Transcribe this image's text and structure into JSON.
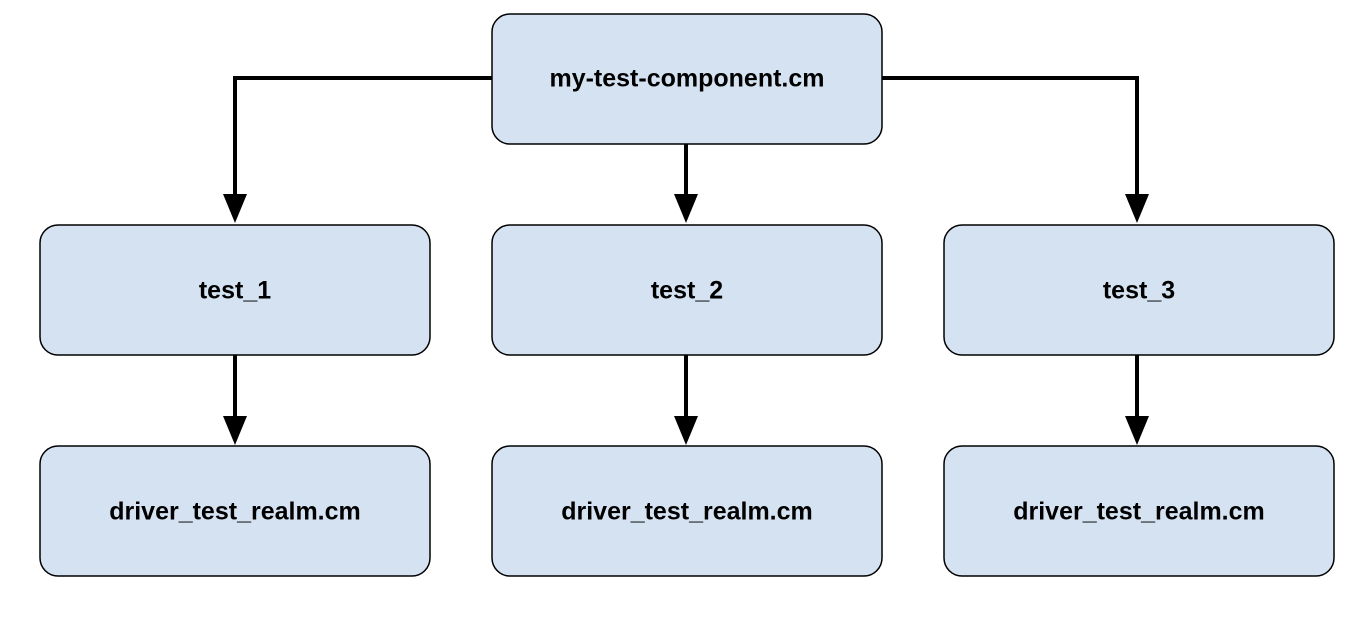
{
  "colors": {
    "node_fill": "#d5e2f1",
    "node_stroke": "#000000",
    "edge": "#000000"
  },
  "nodes": {
    "root": {
      "label": "my-test-component.cm"
    },
    "test_1": {
      "label": "test_1"
    },
    "test_2": {
      "label": "test_2"
    },
    "test_3": {
      "label": "test_3"
    },
    "driver_1": {
      "label": "driver_test_realm.cm"
    },
    "driver_2": {
      "label": "driver_test_realm.cm"
    },
    "driver_3": {
      "label": "driver_test_realm.cm"
    }
  },
  "edges": [
    {
      "from": "root",
      "to": "test_1"
    },
    {
      "from": "root",
      "to": "test_2"
    },
    {
      "from": "root",
      "to": "test_3"
    },
    {
      "from": "test_1",
      "to": "driver_1"
    },
    {
      "from": "test_2",
      "to": "driver_2"
    },
    {
      "from": "test_3",
      "to": "driver_3"
    }
  ]
}
